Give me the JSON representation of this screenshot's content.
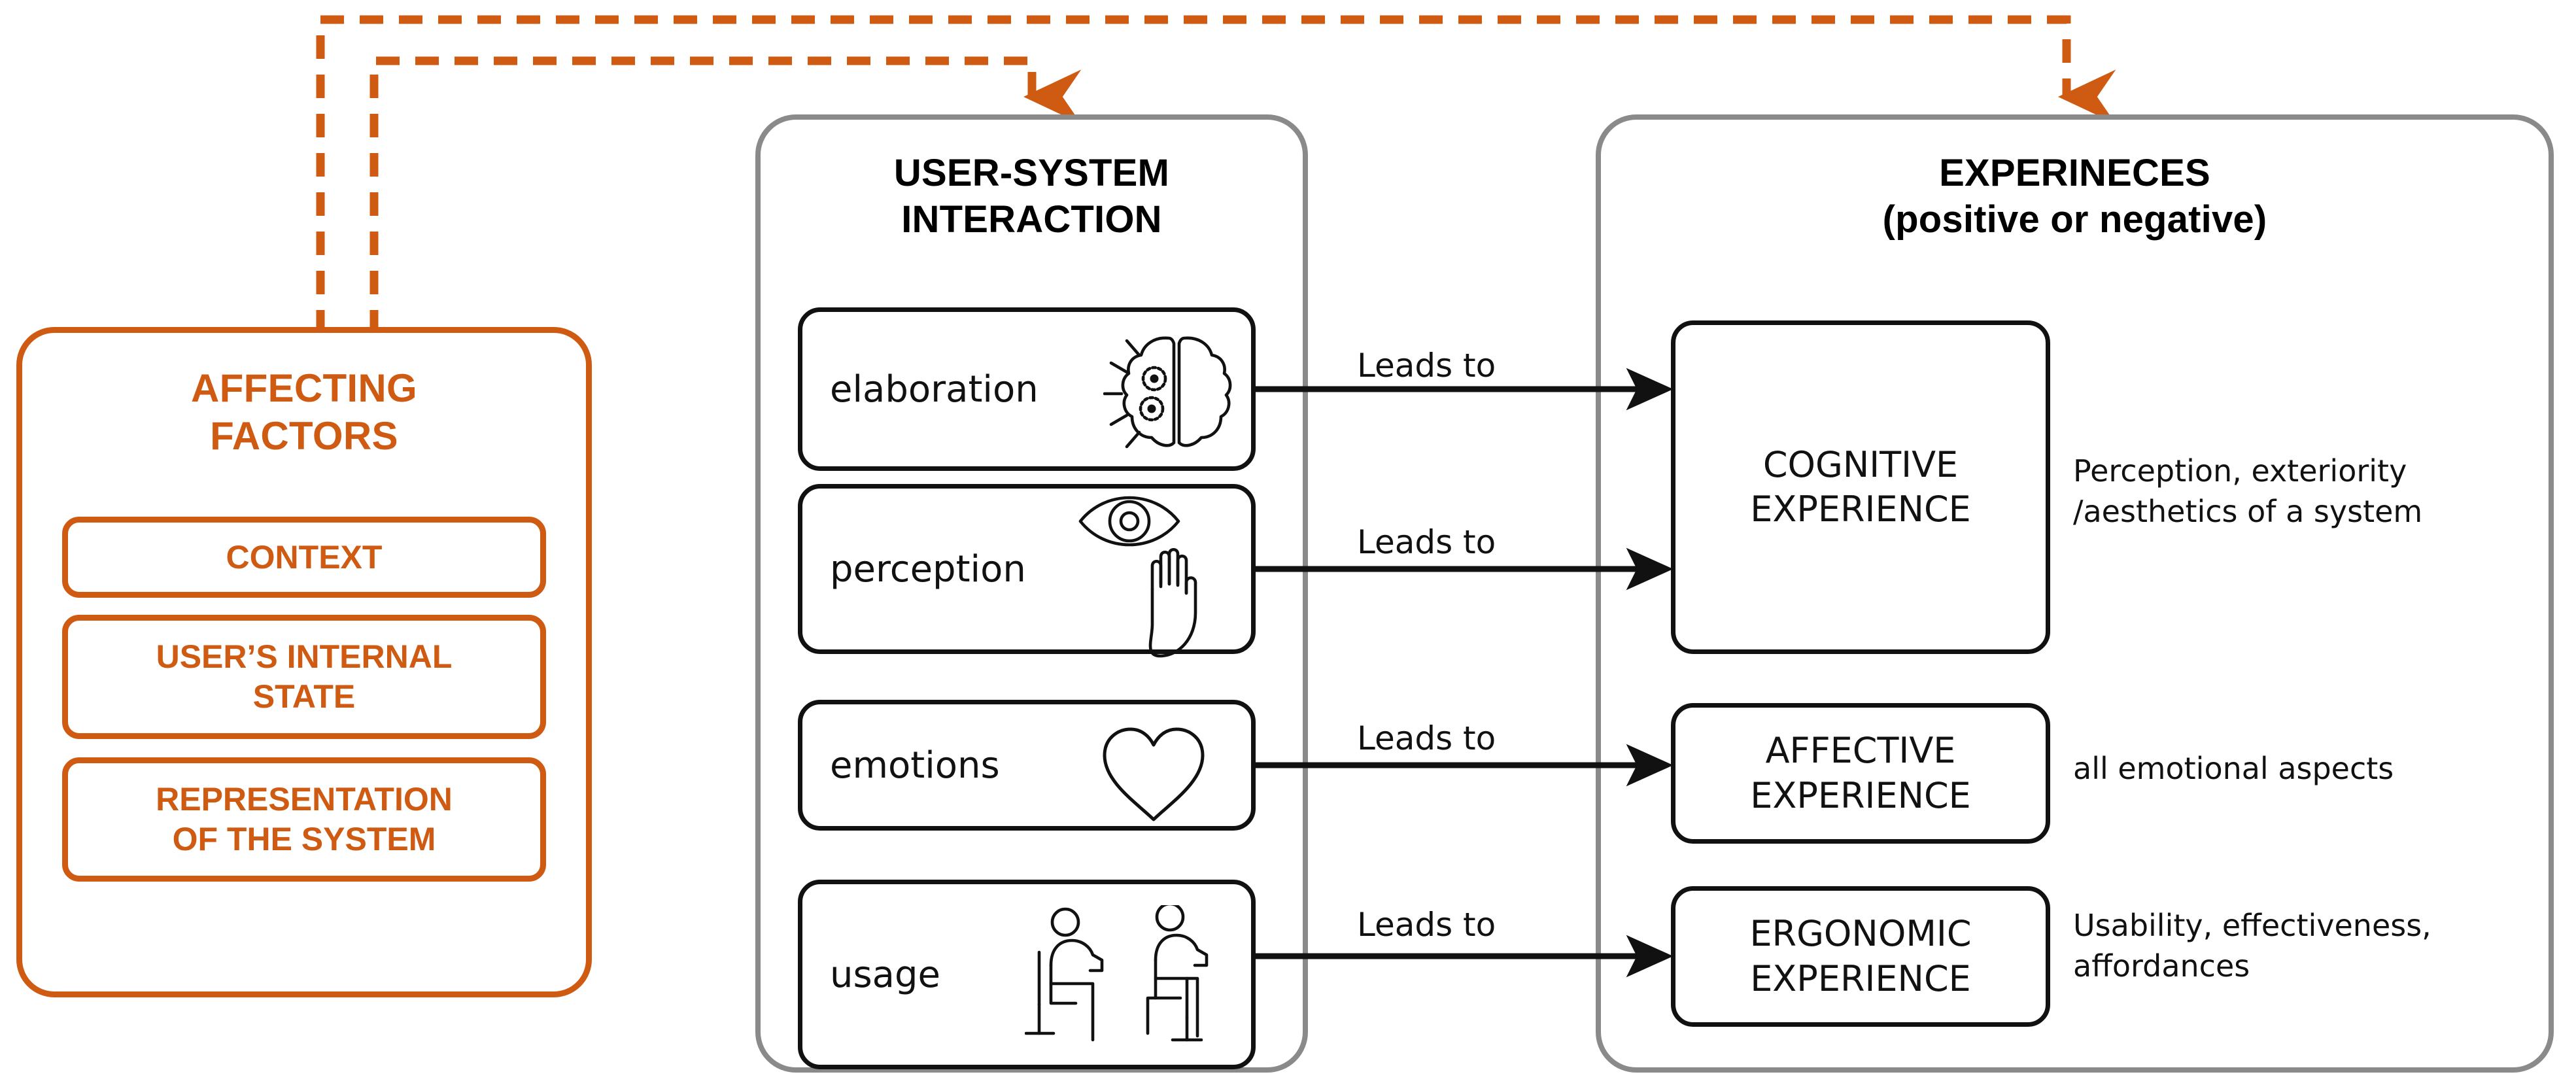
{
  "colors": {
    "accent_orange": "#CF5B13",
    "container_gray": "#8A8A8A",
    "ink": "#111111"
  },
  "affecting_factors": {
    "title_line1": "AFFECTING",
    "title_line2": "FACTORS",
    "items": [
      {
        "line1": "CONTEXT",
        "line2": ""
      },
      {
        "line1": "USER’S INTERNAL",
        "line2": "STATE"
      },
      {
        "line1": "REPRESENTATION",
        "line2": "OF THE SYSTEM"
      }
    ]
  },
  "user_system_interaction": {
    "title_line1": "USER-SYSTEM",
    "title_line2": "INTERACTION",
    "items": [
      {
        "label": "elaboration",
        "icon": "brain-gears-icon"
      },
      {
        "label": "perception",
        "icon": "eye-hand-icon"
      },
      {
        "label": "emotions",
        "icon": "heart-icon"
      },
      {
        "label": "usage",
        "icon": "seated-people-icon"
      }
    ]
  },
  "experiences": {
    "title_line1": "EXPERINECES",
    "title_line2": "(positive or negative)",
    "items": [
      {
        "line1": "COGNITIVE",
        "line2": "EXPERIENCE",
        "desc_line1": "Perception, exteriority",
        "desc_line2": "/aesthetics  of a system"
      },
      {
        "line1": "AFFECTIVE",
        "line2": "EXPERIENCE",
        "desc_line1": "all emotional aspects",
        "desc_line2": ""
      },
      {
        "line1": "ERGONOMIC",
        "line2": "EXPERIENCE",
        "desc_line1": "Usability, effectiveness,",
        "desc_line2": "affordances"
      }
    ]
  },
  "connectors": {
    "leads_to_label": "Leads to",
    "leads_to_count": 4,
    "feedback_arrows": [
      {
        "name": "experiences-to-affecting-factors",
        "style": "dashed",
        "color": "#CF5B13"
      },
      {
        "name": "interaction-to-affecting-factors",
        "style": "dashed",
        "color": "#CF5B13"
      }
    ]
  }
}
